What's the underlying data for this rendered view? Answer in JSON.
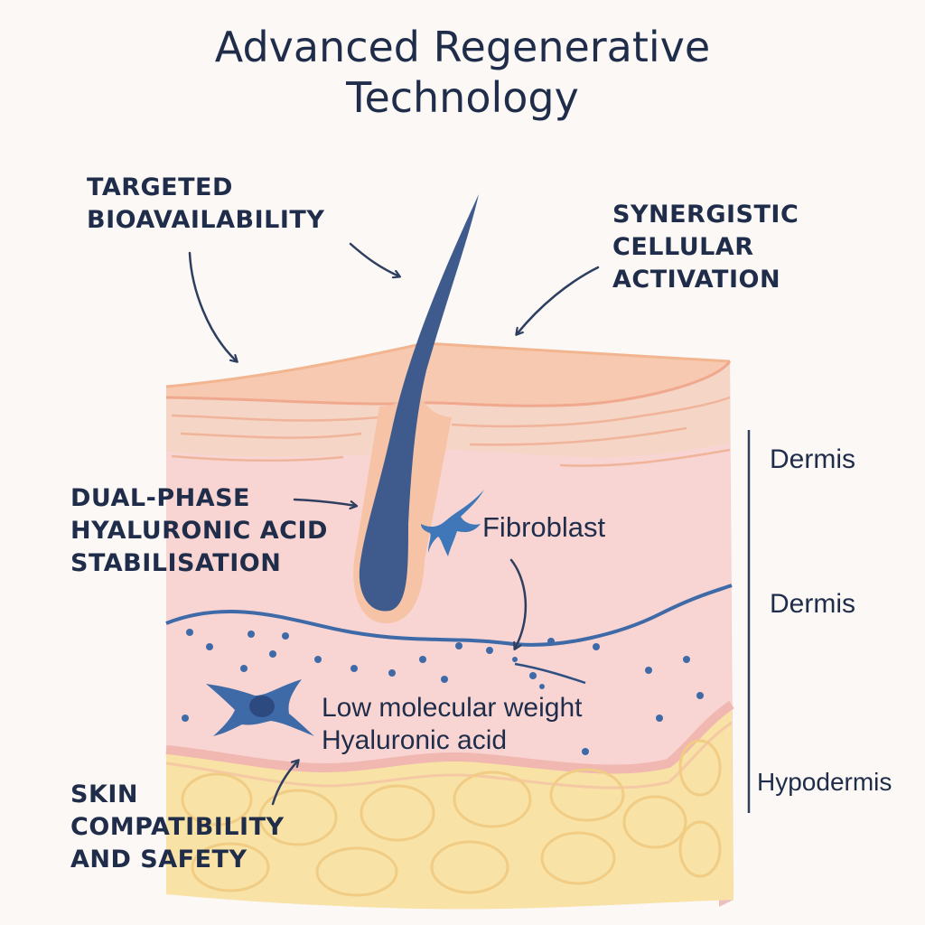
{
  "title": {
    "line1": "Advanced Regenerative",
    "line2": "Technology"
  },
  "callouts": {
    "targeted": [
      "TARGETED",
      "BIOAVAILABILITY"
    ],
    "synergistic": [
      "SYNERGISTIC",
      "CELLULAR",
      "ACTIVATION"
    ],
    "dual_phase": [
      "DUAL-PHASE",
      "HYALURONIC ACID",
      "STABILISATION"
    ],
    "skin_compat": [
      "SKIN",
      "COMPATIBILITY",
      "AND SAFETY"
    ]
  },
  "structure_labels": {
    "fibroblast": "Fibroblast",
    "lmw_ha": [
      "Low molecular weight",
      "Hyaluronic acid"
    ]
  },
  "layer_labels": [
    "Dermis",
    "Dermis",
    "Hypodermis"
  ],
  "colors": {
    "background": "#fbf8f6",
    "text": "#1f2d4a",
    "epidermis": "#f6c9b0",
    "dermis": "#f8d5d3",
    "hypodermis": "#f8e2a6",
    "hair": "#3f5b8d",
    "accent_blue": "#3f6aa8"
  }
}
